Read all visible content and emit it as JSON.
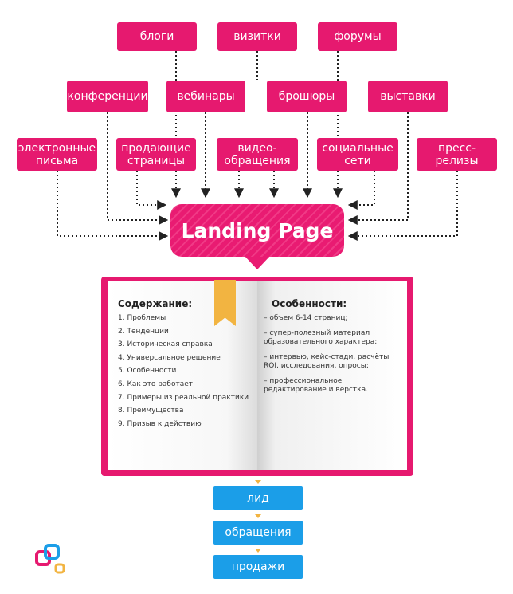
{
  "sources": [
    {
      "id": "blogs",
      "label": "блоги"
    },
    {
      "id": "cards",
      "label": "визитки"
    },
    {
      "id": "forums",
      "label": "форумы"
    },
    {
      "id": "conferences",
      "label": "конференции"
    },
    {
      "id": "webinars",
      "label": "вебинары"
    },
    {
      "id": "brochures",
      "label": "брошюры"
    },
    {
      "id": "exhibitions",
      "label": "выставки"
    },
    {
      "id": "emails",
      "label": "электронные\nписьма"
    },
    {
      "id": "sales-pages",
      "label": "продающие\nстраницы"
    },
    {
      "id": "video",
      "label": "видео-\nобращения"
    },
    {
      "id": "social",
      "label": "социальные\nсети"
    },
    {
      "id": "press",
      "label": "пресс-релизы"
    }
  ],
  "landing": {
    "label": "Landing Page"
  },
  "book": {
    "contents_title": "Содержание:",
    "contents": [
      "1. Проблемы",
      "2. Тенденции",
      "3. Историческая справка",
      "4. Универсальное решение",
      "5. Особенности",
      "6. Как это работает",
      "7. Примеры из реальной практики",
      "8. Преимущества",
      "9. Призыв к действию"
    ],
    "features_title": "Особенности:",
    "features": [
      "– объем 6-14 страниц;",
      "– супер-полезный материал образовательного характера;",
      "– интервью, кейс-стади, расчёты ROI, исследования, опросы;",
      "– профессиональное редактирование и верстка."
    ]
  },
  "funnel": [
    "лид",
    "обращения",
    "продажи"
  ],
  "colors": {
    "pink": "#e6196f",
    "blue": "#1b9ee8",
    "gold": "#f2b441",
    "arrow": "#222222"
  }
}
